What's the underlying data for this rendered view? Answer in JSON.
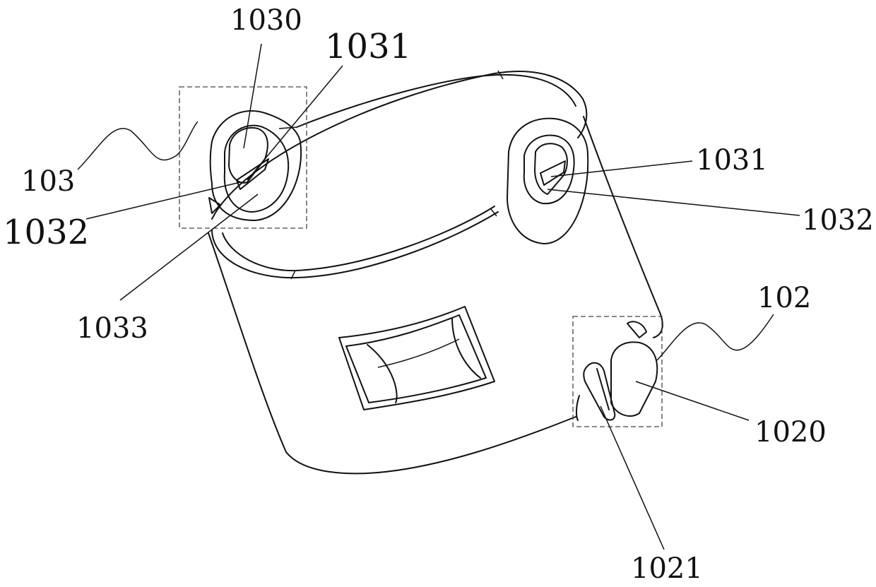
{
  "labels": {
    "l1030": "1030",
    "l1031_top": "1031",
    "l103": "103",
    "l1032_left": "1032",
    "l1033": "1033",
    "l1031_right": "1031",
    "l1032_right": "1032",
    "l102": "102",
    "l1020": "1020",
    "l1021": "1021"
  }
}
